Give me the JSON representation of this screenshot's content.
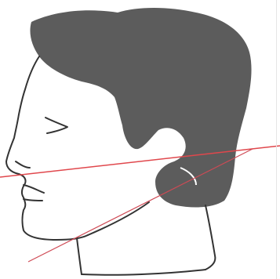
{
  "figure": {
    "subject": "head-profile-left-facing",
    "colors": {
      "background": "#ffffff",
      "outline": "#333333",
      "hair": "#5c5c5c",
      "reference_line_upper": "#e0474c",
      "reference_line_lower": "#cf4a55",
      "frame_edge": "#e6e6e6"
    },
    "reference_lines": [
      {
        "name": "upper-reference-line"
      },
      {
        "name": "lower-reference-line"
      }
    ]
  }
}
